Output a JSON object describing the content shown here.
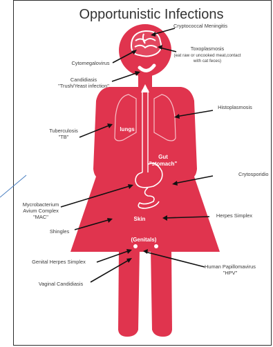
{
  "title": "Opportunistic Infections",
  "colors": {
    "body": "#e0344e",
    "organ_line": "#f7c2ca",
    "text": "#333333"
  },
  "labels": {
    "crypto": "Cryptococcal Meningitis",
    "toxo_1": "Toxoplasmosis",
    "toxo_2": "(eat  raw or uncooked meat,contact",
    "toxo_3": "with cat feces)",
    "cmv": "Cytomegalovirus",
    "candida_1": "Candidiasis",
    "candida_2": "\"Trush/Yeast infection\"",
    "histo": "Histoplasmosis",
    "tb_1": "Tuberculosis",
    "tb_2": "\"TB\"",
    "crypto_sp": "Crytosporidio",
    "mac_1": "Mycrobacterium",
    "mac_2": "Avium Complex",
    "mac_3": "\"MAC\"",
    "herpes": "Herpes Simplex",
    "shingles": "Shingles",
    "gen_herpes": "Genital Herpes Simplex",
    "hpv_1": "Human Papillomavirus",
    "hpv_2": "\"HPV\"",
    "vag_cand": "Vaginal Candidiasis"
  },
  "organs": {
    "lungs": "lungs",
    "gut_1": "Gut",
    "gut_2": "\"stomach\"",
    "skin": "Skin",
    "genitals": "(Genitals)"
  }
}
